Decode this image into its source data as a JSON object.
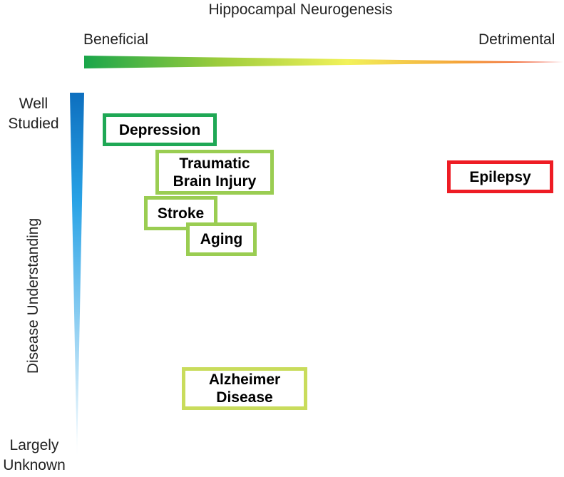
{
  "header": {
    "title": "Hippocampal Neurogenesis"
  },
  "x_scale": {
    "left_label": "Beneficial",
    "right_label": "Detrimental",
    "gradient_colors": [
      "#1aa64a",
      "#9ccc3c",
      "#f2f25a",
      "#f5a53a",
      "#ee3a2a"
    ]
  },
  "y_scale": {
    "axis_label": "Disease Understanding",
    "top_label_line1": "Well",
    "top_label_line2": "Studied",
    "bottom_label_line1": "Largely",
    "bottom_label_line2": "Unknown",
    "gradient_colors": [
      "#0d6fbf",
      "#29a3e6",
      "#ffffff"
    ]
  },
  "conditions": [
    {
      "line1": "Depression",
      "line2": "",
      "border_color": "#1fa855"
    },
    {
      "line1": "Traumatic",
      "line2": "Brain Injury",
      "border_color": "#9acd52"
    },
    {
      "line1": "Stroke",
      "line2": "",
      "border_color": "#9acd52"
    },
    {
      "line1": "Aging",
      "line2": "",
      "border_color": "#9acd52"
    },
    {
      "line1": "Alzheimer",
      "line2": "Disease",
      "border_color": "#c9dc5c"
    },
    {
      "line1": "Epilepsy",
      "line2": "",
      "border_color": "#ee1c24"
    }
  ]
}
